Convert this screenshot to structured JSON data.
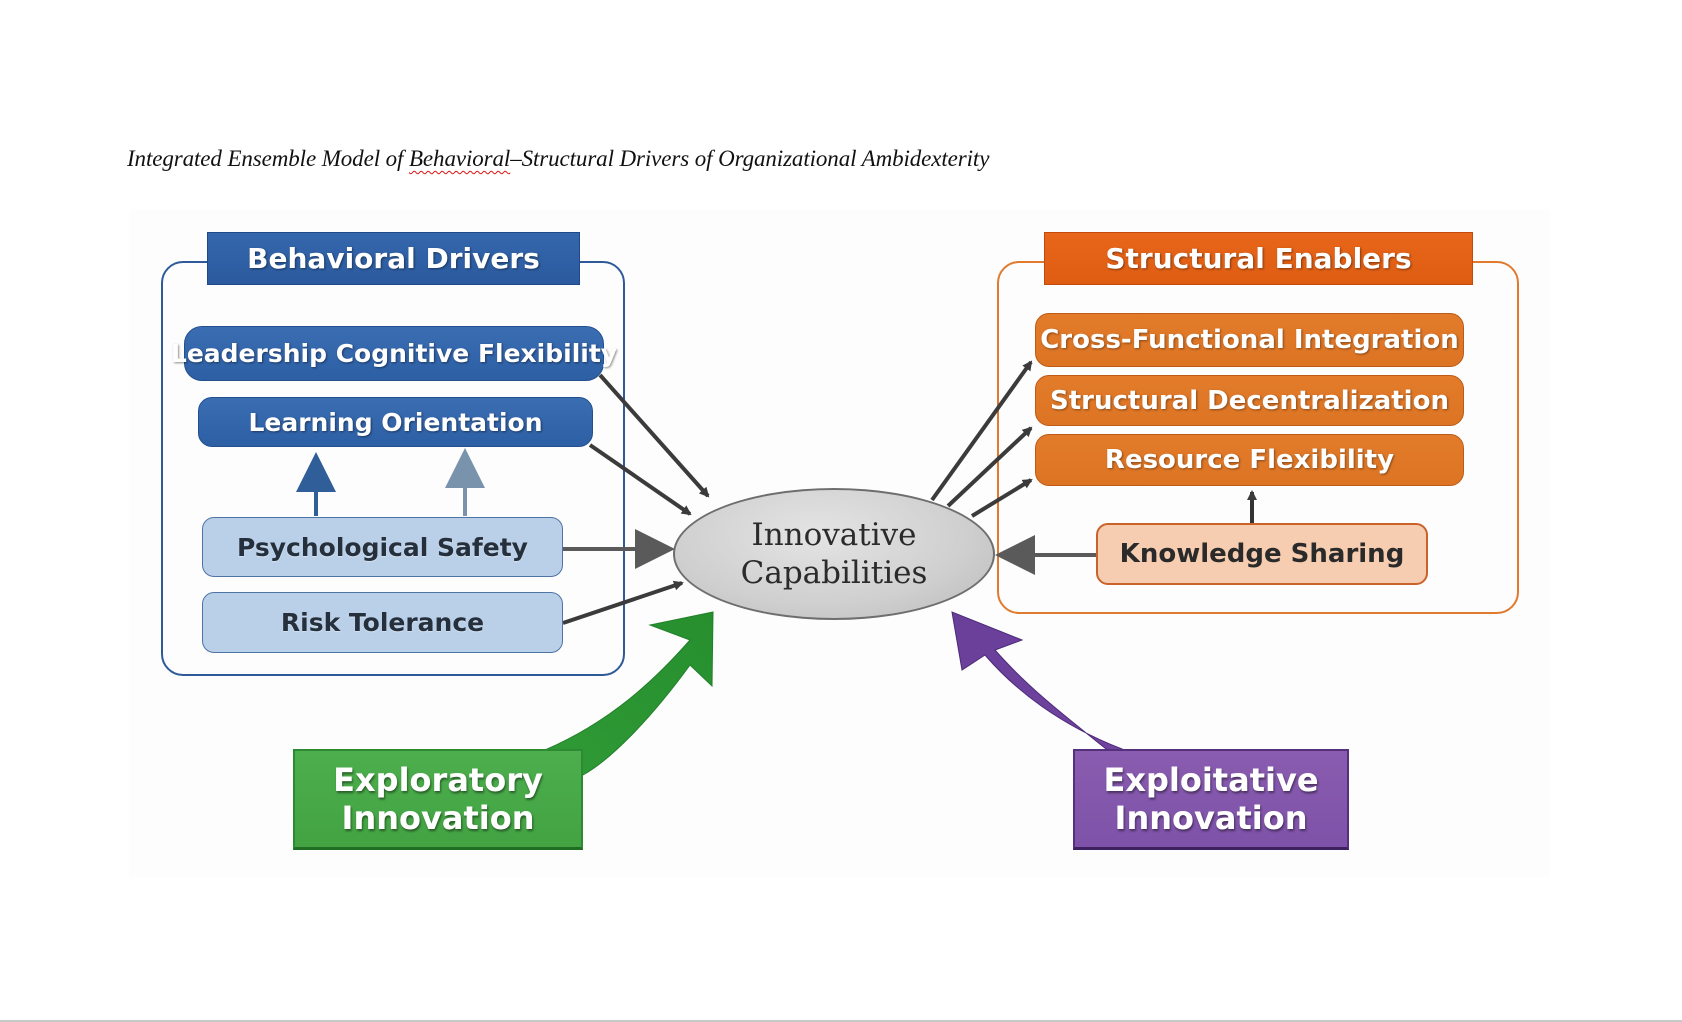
{
  "caption": {
    "prefix": "Integrated Ensemble Model of ",
    "flagged_word": "Behavioral",
    "suffix": "–Structural Drivers of Organizational Ambidexterity"
  },
  "behavioral_group": {
    "title": "Behavioral Drivers",
    "color": "#2f5a9a",
    "nodes": [
      {
        "id": "leadership-cognitive-flexibility",
        "label": "Leadership Cognitive Flexibility"
      },
      {
        "id": "learning-orientation",
        "label": "Learning Orientation"
      },
      {
        "id": "psychological-safety",
        "label": "Psychological Safety"
      },
      {
        "id": "risk-tolerance",
        "label": "Risk Tolerance"
      }
    ]
  },
  "structural_group": {
    "title": "Structural Enablers",
    "color": "#e0651a",
    "nodes": [
      {
        "id": "cross-functional-integration",
        "label": "Cross-Functional Integration"
      },
      {
        "id": "structural-decentralization",
        "label": "Structural Decentralization"
      },
      {
        "id": "resource-flexibility",
        "label": "Resource Flexibility"
      },
      {
        "id": "knowledge-sharing",
        "label": "Knowledge Sharing"
      }
    ]
  },
  "center": {
    "line1": "Innovative",
    "line2": "Capabilities"
  },
  "outcomes": {
    "exploratory": {
      "line1": "Exploratory",
      "line2": "Innovation",
      "color": "#43a343"
    },
    "exploitative": {
      "line1": "Exploitative",
      "line2": "Innovation",
      "color": "#7d52a8"
    }
  },
  "edges": [
    {
      "from": "leadership-cognitive-flexibility",
      "to": "innovative-capabilities"
    },
    {
      "from": "learning-orientation",
      "to": "innovative-capabilities"
    },
    {
      "from": "psychological-safety",
      "to": "innovative-capabilities"
    },
    {
      "from": "risk-tolerance",
      "to": "innovative-capabilities"
    },
    {
      "from": "psychological-safety",
      "to": "learning-orientation"
    },
    {
      "from": "psychological-safety",
      "to": "learning-orientation"
    },
    {
      "from": "innovative-capabilities",
      "to": "cross-functional-integration"
    },
    {
      "from": "innovative-capabilities",
      "to": "structural-decentralization"
    },
    {
      "from": "innovative-capabilities",
      "to": "resource-flexibility"
    },
    {
      "from": "knowledge-sharing",
      "to": "resource-flexibility"
    },
    {
      "from": "knowledge-sharing",
      "to": "innovative-capabilities"
    },
    {
      "from": "exploratory-innovation",
      "to": "innovative-capabilities"
    },
    {
      "from": "exploitative-innovation",
      "to": "innovative-capabilities"
    }
  ]
}
